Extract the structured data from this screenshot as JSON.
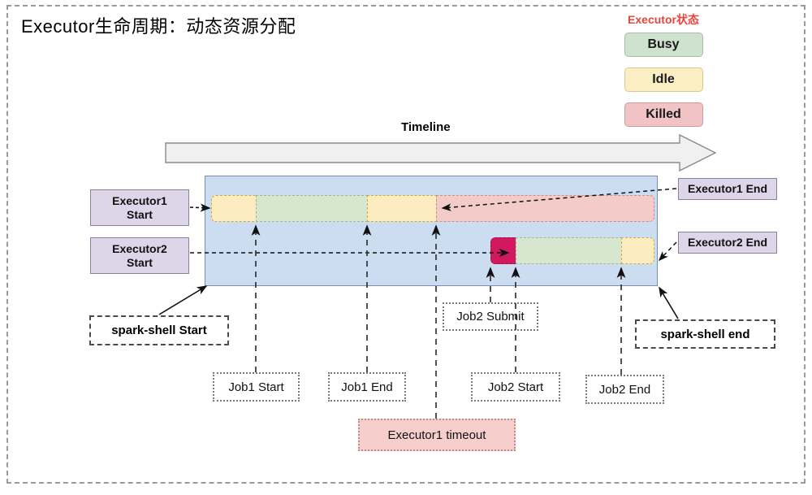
{
  "title": "Executor生命周期：动态资源分配",
  "timeline": {
    "label": "Timeline"
  },
  "legend": {
    "title": "Executor状态",
    "items": [
      {
        "label": "Busy",
        "color": "#cfe2cd"
      },
      {
        "label": "Idle",
        "color": "#fbeec2"
      },
      {
        "label": "Killed",
        "color": "#f2c3c5"
      }
    ]
  },
  "executors": [
    {
      "start_label": "Executor1\nStart",
      "start_label_line1": "Executor1",
      "start_label_line2": "Start",
      "end_label": "Executor1 End",
      "segments": [
        {
          "state": "Idle",
          "color": "#fcecc0"
        },
        {
          "state": "Busy",
          "color": "#d7e6cf"
        },
        {
          "state": "Idle",
          "color": "#fcecc0"
        },
        {
          "state": "Killed",
          "color": "#f3cbc8"
        }
      ]
    },
    {
      "start_label": "Executor2\nStart",
      "start_label_line1": "Executor2",
      "start_label_line2": "Start",
      "end_label": "Executor2 End",
      "segments": [
        {
          "state": "Killed-now",
          "color": "#d2195f"
        },
        {
          "state": "Busy",
          "color": "#d7e6cf"
        },
        {
          "state": "Idle",
          "color": "#fcecc0"
        }
      ]
    }
  ],
  "events": {
    "spark_shell_start": "spark-shell Start",
    "spark_shell_end": "spark-shell end",
    "job1_start": "Job1 Start",
    "job1_end": "Job1 End",
    "job2_submit": "Job2 Submit",
    "job2_start": "Job2 Start",
    "job2_end": "Job2 End",
    "executor1_timeout": "Executor1 timeout"
  },
  "colors": {
    "panel_background": "#ccddf2",
    "panel_border": "#7590b5",
    "legend_title": "#e8453c",
    "purple_label": "#ddd5e8",
    "timeout_box": "#f6cfcd"
  }
}
